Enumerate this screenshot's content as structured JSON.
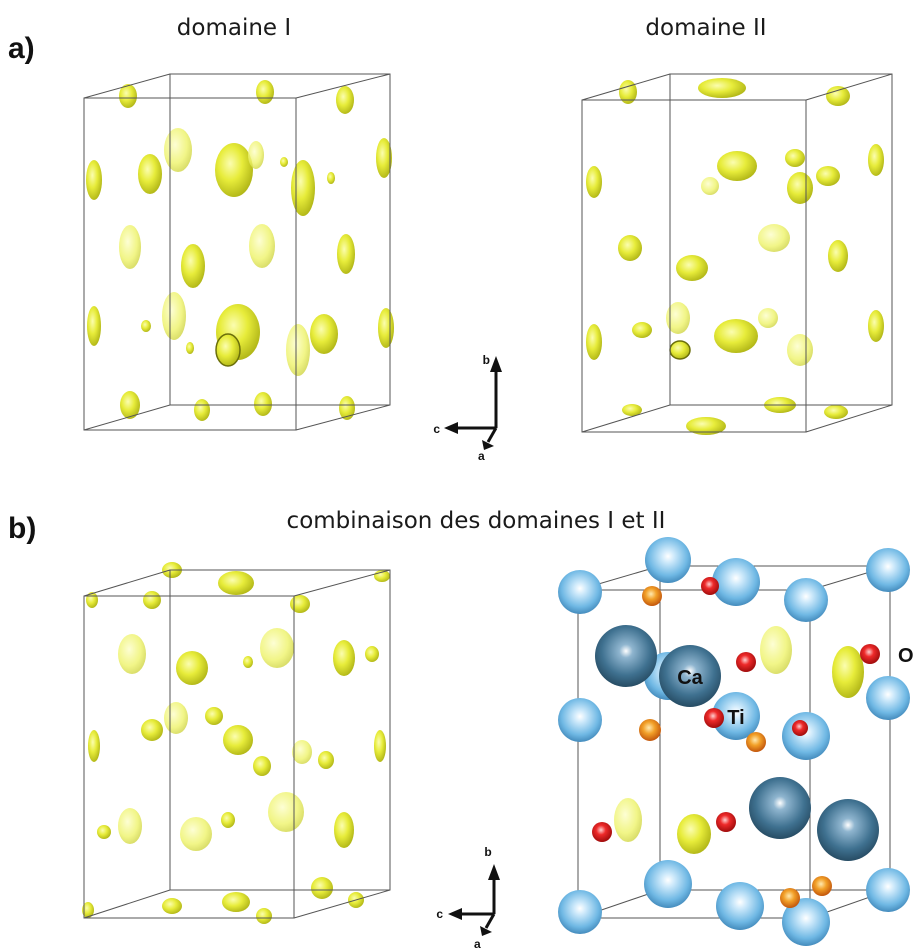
{
  "panel_a": {
    "letter": "a)",
    "title_left": "domaine I",
    "title_right": "domaine II"
  },
  "panel_b": {
    "letter": "b)",
    "title": "combinaison des domaines I et II"
  },
  "axes": {
    "b": "b",
    "c": "c",
    "a": "a"
  },
  "atoms": {
    "ca": "Ca",
    "ti": "Ti",
    "o": "O"
  },
  "colors": {
    "isosurface": "#e8ee3c",
    "isosurface_dark": "#9da410",
    "ti_atom": "#7ec4ec",
    "ca_atom": "#3f7190",
    "o_atom": "#e01818",
    "cell_edge": "#555555"
  }
}
